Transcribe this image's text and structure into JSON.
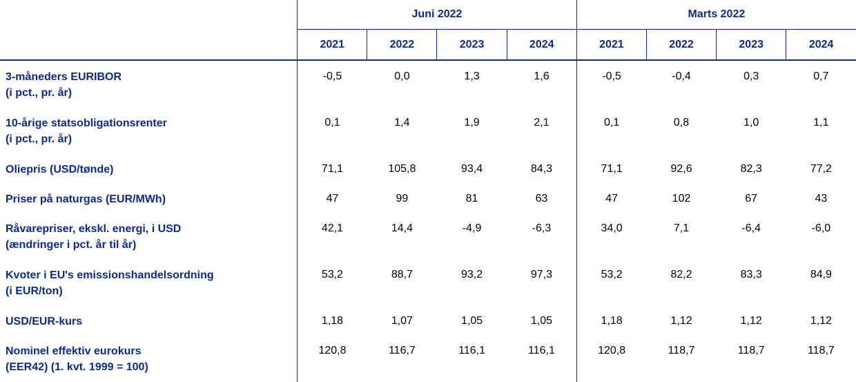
{
  "groups": [
    "Juni 2022",
    "Marts 2022"
  ],
  "years": [
    "2021",
    "2022",
    "2023",
    "2024",
    "2021",
    "2022",
    "2023",
    "2024"
  ],
  "rows": [
    {
      "label1": "3-måneders EURIBOR",
      "label2": "(i pct., pr. år)",
      "values": [
        "-0,5",
        "0,0",
        "1,3",
        "1,6",
        "-0,5",
        "-0,4",
        "0,3",
        "0,7"
      ]
    },
    {
      "label1": "10-årige statsobligationsrenter",
      "label2": "(i pct., pr. år)",
      "values": [
        "0,1",
        "1,4",
        "1,9",
        "2,1",
        "0,1",
        "0,8",
        "1,0",
        "1,1"
      ]
    },
    {
      "label1": "Oliepris (USD/tønde)",
      "label2": "",
      "values": [
        "71,1",
        "105,8",
        "93,4",
        "84,3",
        "71,1",
        "92,6",
        "82,3",
        "77,2"
      ]
    },
    {
      "label1": "Priser på naturgas (EUR/MWh)",
      "label2": "",
      "values": [
        "47",
        "99",
        "81",
        "63",
        "47",
        "102",
        "67",
        "43"
      ]
    },
    {
      "label1": "Råvarepriser, ekskl. energi, i USD",
      "label2": "(ændringer i pct. år til år)",
      "values": [
        "42,1",
        "14,4",
        "-4,9",
        "-6,3",
        "34,0",
        "7,1",
        "-6,4",
        "-6,0"
      ]
    },
    {
      "label1": "Kvoter i EU's emissionshandelsordning",
      "label2": "(i EUR/ton)",
      "values": [
        "53,2",
        "88,7",
        "93,2",
        "97,3",
        "53,2",
        "82,2",
        "83,3",
        "84,9"
      ]
    },
    {
      "label1": "USD/EUR-kurs",
      "label2": "",
      "values": [
        "1,18",
        "1,07",
        "1,05",
        "1,05",
        "1,18",
        "1,12",
        "1,12",
        "1,12"
      ]
    },
    {
      "label1": "Nominel effektiv eurokurs",
      "label2": "(EER42) (1. kvt. 1999 = 100)",
      "values": [
        "120,8",
        "116,7",
        "116,1",
        "116,1",
        "120,8",
        "118,7",
        "118,7",
        "118,7"
      ]
    }
  ],
  "colors": {
    "header_blue": "#0b2a8c",
    "value_text": "#000000"
  }
}
